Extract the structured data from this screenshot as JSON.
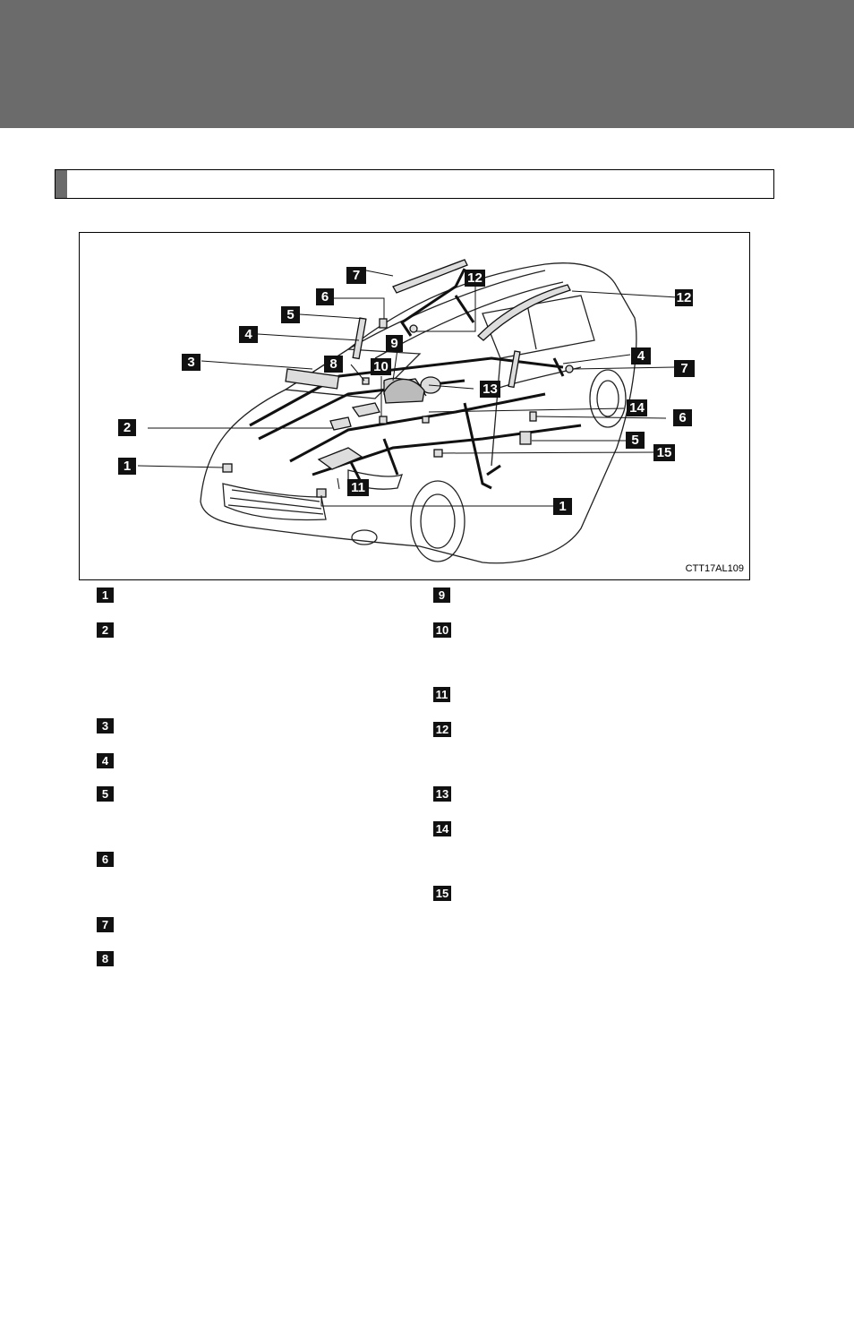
{
  "page": {
    "header_band_color": "#6b6b6b"
  },
  "section": {
    "title": ""
  },
  "figure": {
    "code": "CTT17AL109",
    "callouts": [
      "1",
      "2",
      "3",
      "4",
      "5",
      "6",
      "7",
      "8",
      "9",
      "10",
      "11",
      "12",
      "13",
      "14",
      "15",
      "1",
      "4",
      "5",
      "6",
      "7",
      "12"
    ]
  },
  "legend": {
    "left": [
      {
        "num": "1",
        "text": ""
      },
      {
        "num": "2",
        "text": ""
      },
      {
        "num": "3",
        "text": ""
      },
      {
        "num": "4",
        "text": ""
      },
      {
        "num": "5",
        "text": ""
      },
      {
        "num": "6",
        "text": ""
      },
      {
        "num": "7",
        "text": ""
      },
      {
        "num": "8",
        "text": ""
      }
    ],
    "right": [
      {
        "num": "9",
        "text": ""
      },
      {
        "num": "10",
        "text": ""
      },
      {
        "num": "11",
        "text": ""
      },
      {
        "num": "12",
        "text": ""
      },
      {
        "num": "13",
        "text": ""
      },
      {
        "num": "14",
        "text": ""
      },
      {
        "num": "15",
        "text": ""
      }
    ]
  }
}
